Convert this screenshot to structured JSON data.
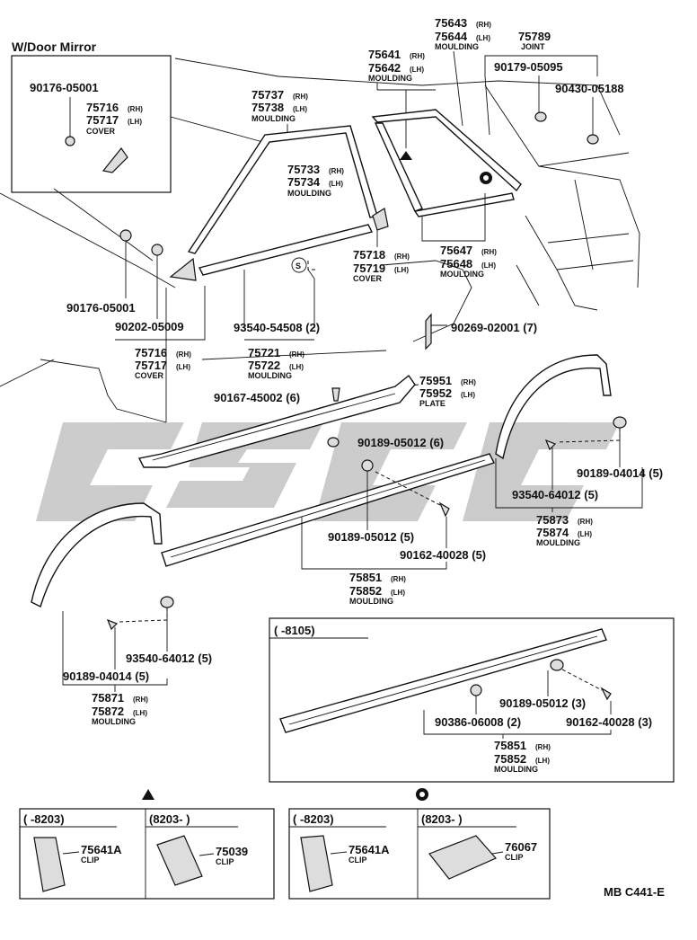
{
  "inset_title": "W/Door Mirror",
  "ref_code": "MB C441-E",
  "labels": {
    "p75643": "75643",
    "p75644": "75644",
    "moulding_a": "MOULDING",
    "p75789": "75789",
    "joint": "JOINT",
    "p90179": "90179-05095",
    "p90430": "90430-05188",
    "p75641": "75641",
    "p75642": "75642",
    "moulding_b": "MOULDING",
    "p75737": "75737",
    "p75738": "75738",
    "moulding_c": "MOULDING",
    "p75733": "75733",
    "p75734": "75734",
    "moulding_d": "MOULDING",
    "ins_90176": "90176-05001",
    "ins_75716": "75716",
    "ins_75717": "75717",
    "ins_cover": "COVER",
    "p75647": "75647",
    "p75648": "75648",
    "moulding_e": "MOULDING",
    "p75718": "75718",
    "p75719": "75719",
    "cover_b": "COVER",
    "p90176b": "90176-05001",
    "p90202": "90202-05009",
    "p93540a": "93540-54508 (2)",
    "p90269": "90269-02001 (7)",
    "p75716b": "75716",
    "p75717b": "75717",
    "cover_c": "COVER",
    "p75721": "75721",
    "p75722": "75722",
    "moulding_f": "MOULDING",
    "p75951": "75951",
    "p75952": "75952",
    "plate": "PLATE",
    "p90167": "90167-45002 (6)",
    "p90189a": "90189-05012 (6)",
    "p90189b": "90189-04014 (5)",
    "p93540b": "93540-64012 (5)",
    "p75873": "75873",
    "p75874": "75874",
    "moulding_g": "MOULDING",
    "p90189c": "90189-05012 (5)",
    "p90162a": "90162-40028 (5)",
    "p75851a": "75851",
    "p75852a": "75852",
    "moulding_h": "MOULDING",
    "p93540c": "93540-64012 (5)",
    "p90189d": "90189-04014 (5)",
    "p75871": "75871",
    "p75872": "75872",
    "moulding_i": "MOULDING",
    "box_range": "(     -8105)",
    "p90189e": "90189-05012 (3)",
    "p90386": "90386-06008 (2)",
    "p90162b": "90162-40028 (3)",
    "p75851b": "75851",
    "p75852b": "75852",
    "moulding_j": "MOULDING",
    "b1_range": "(     -8203)",
    "b1_part": "75641A",
    "b1_clip": "CLIP",
    "b2_range": "(8203-       )",
    "b2_part": "75039",
    "b2_clip": "CLIP",
    "b3_range": "(     -8203)",
    "b3_part": "75641A",
    "b3_clip": "CLIP",
    "b4_range": "(8203-       )",
    "b4_part": "76067",
    "b4_clip": "CLIP",
    "rh": "(RH)",
    "lh": "(LH)"
  }
}
